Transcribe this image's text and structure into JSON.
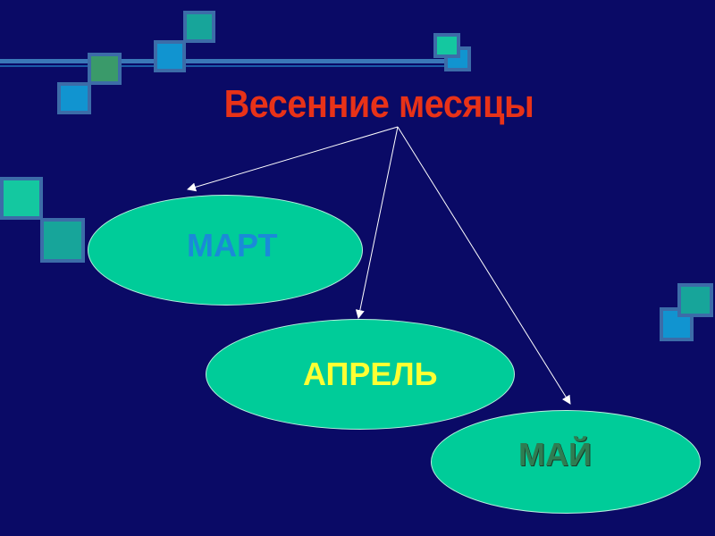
{
  "title": "Весенние месяцы",
  "months": [
    {
      "label": "МАРТ",
      "color": "#1a8ad8"
    },
    {
      "label": "АПРЕЛЬ",
      "color": "#ffff33"
    },
    {
      "label": "МАЙ",
      "color": "#2e7d52"
    }
  ],
  "colors": {
    "background": "#0a0a66",
    "title": "#e83218",
    "ellipse_fill": "#00cc99",
    "arrow": "#ffffff"
  },
  "icons": [
    "decorative-square-icon"
  ]
}
